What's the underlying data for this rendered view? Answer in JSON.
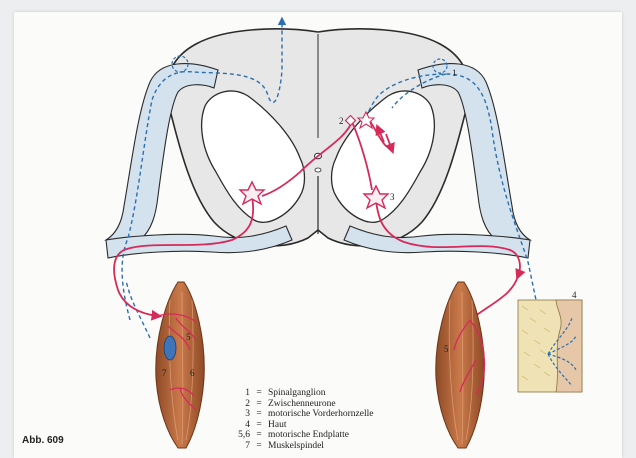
{
  "figure_label": "Abb. 609",
  "markers": {
    "m1": "1",
    "m2": "2",
    "m3": "3",
    "m4": "4",
    "m5_left": "5",
    "m6_left": "6",
    "m7": "7",
    "m5_right": "5"
  },
  "legend": [
    {
      "num": "1",
      "sep": "=",
      "text": "Spinalganglion"
    },
    {
      "num": "2",
      "sep": "=",
      "text": "Zwischenneurone"
    },
    {
      "num": "3",
      "sep": "=",
      "text": "motorische Vorderhornzelle"
    },
    {
      "num": "4",
      "sep": "=",
      "text": "Haut"
    },
    {
      "num": "5,6",
      "sep": "=",
      "text": "motorische Endplatte"
    },
    {
      "num": "7",
      "sep": "=",
      "text": "Muskelspindel"
    }
  ],
  "colors": {
    "background": "#eceeef",
    "paper": "#fbfbf9",
    "white_matter": "#e6e7e6",
    "gray_matter": "#ffffff",
    "nerve_sheath": "#d4e2ee",
    "sensory_fiber": "#2c6fb0",
    "motor_fiber": "#d62a5a",
    "muscle": "#b9653a",
    "skin": "#e8d59a"
  }
}
